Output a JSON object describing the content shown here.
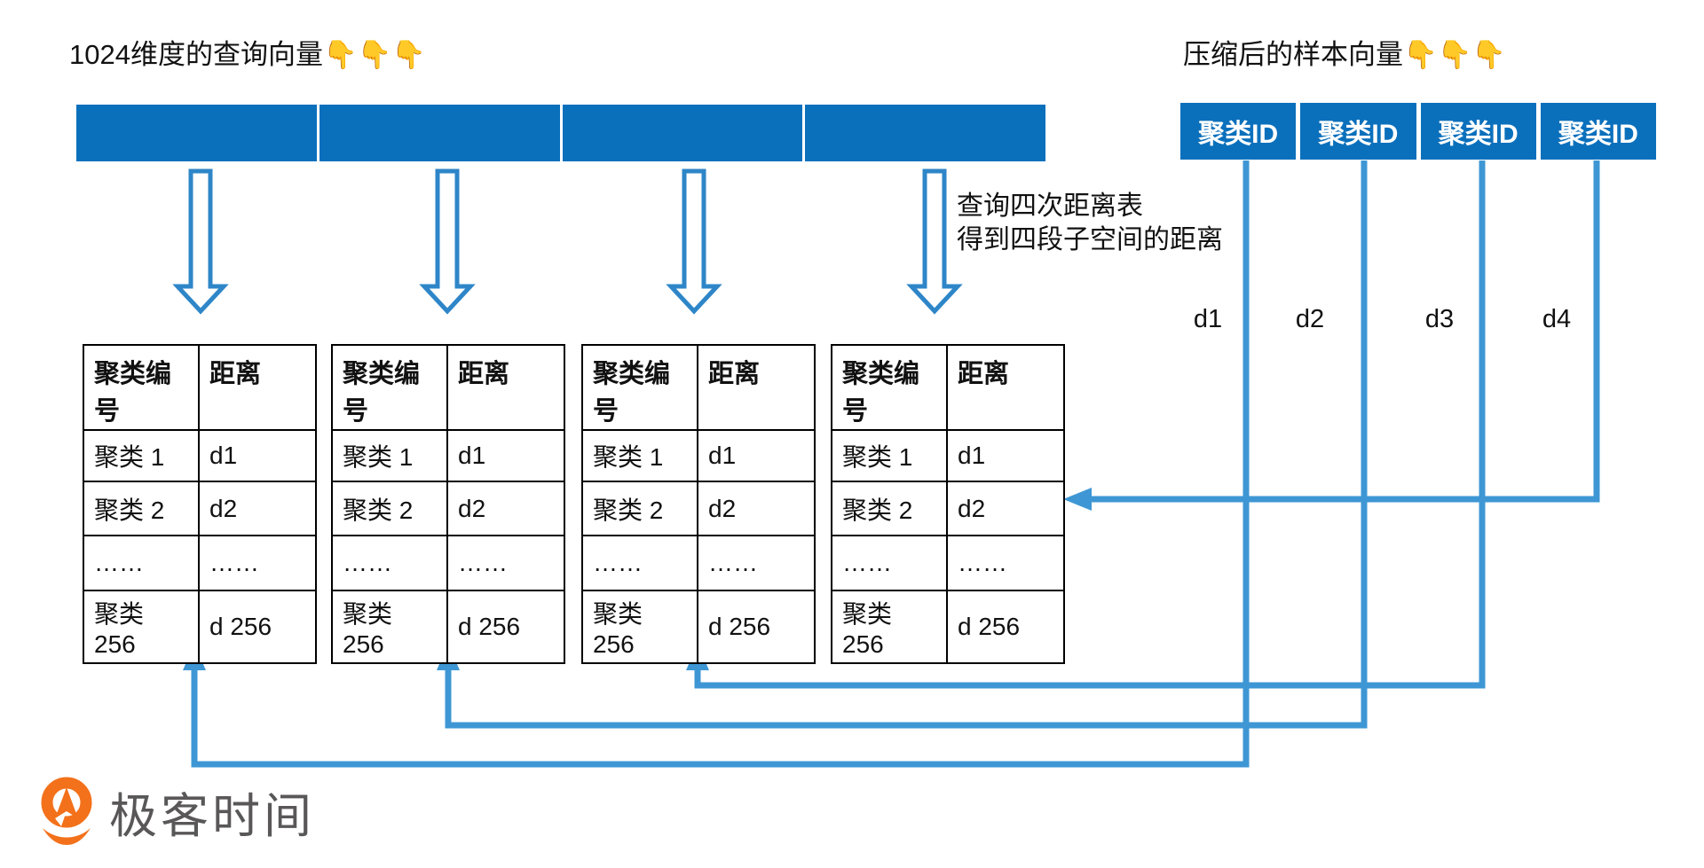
{
  "titles": {
    "query_vector": "1024维度的查询向量👇👇👇",
    "sample_vector": "压缩后的样本向量👇👇👇"
  },
  "query_bar": {
    "segment_count": 4
  },
  "sample_vector_cells": [
    "聚类ID",
    "聚类ID",
    "聚类ID",
    "聚类ID"
  ],
  "annotation": {
    "line1": "查询四次距离表",
    "line2": "得到四段子空间的距离"
  },
  "distance_labels": [
    "d1",
    "d2",
    "d3",
    "d4"
  ],
  "distance_table": {
    "header": [
      "聚类编\n号",
      "距离"
    ],
    "rows": [
      [
        "聚类 1",
        "d1"
      ],
      [
        "聚类 2",
        "d2"
      ],
      [
        "……",
        "……"
      ],
      [
        "聚类\n256",
        "d 256"
      ]
    ],
    "table_count": 4
  },
  "logo": {
    "text": "极客时间"
  },
  "colors": {
    "bar_blue": "#0b70bc",
    "connector_blue": "#3e97d4",
    "arrow_outline_blue": "#2e86c8",
    "logo_orange": "#f3711a",
    "logo_text_gray": "#595757"
  }
}
